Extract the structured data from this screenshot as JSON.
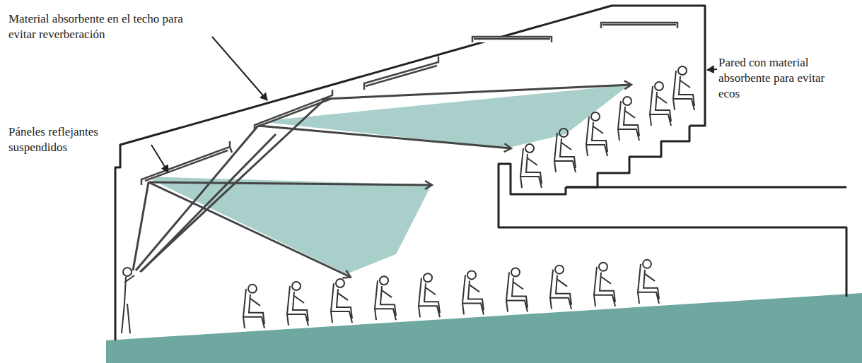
{
  "diagram": {
    "labels": [
      "Material absorbente en el techo para evitar reverberación",
      "Páneles reflejantes suspendidos",
      "Pared con material absorbente para evitar ecos"
    ]
  }
}
